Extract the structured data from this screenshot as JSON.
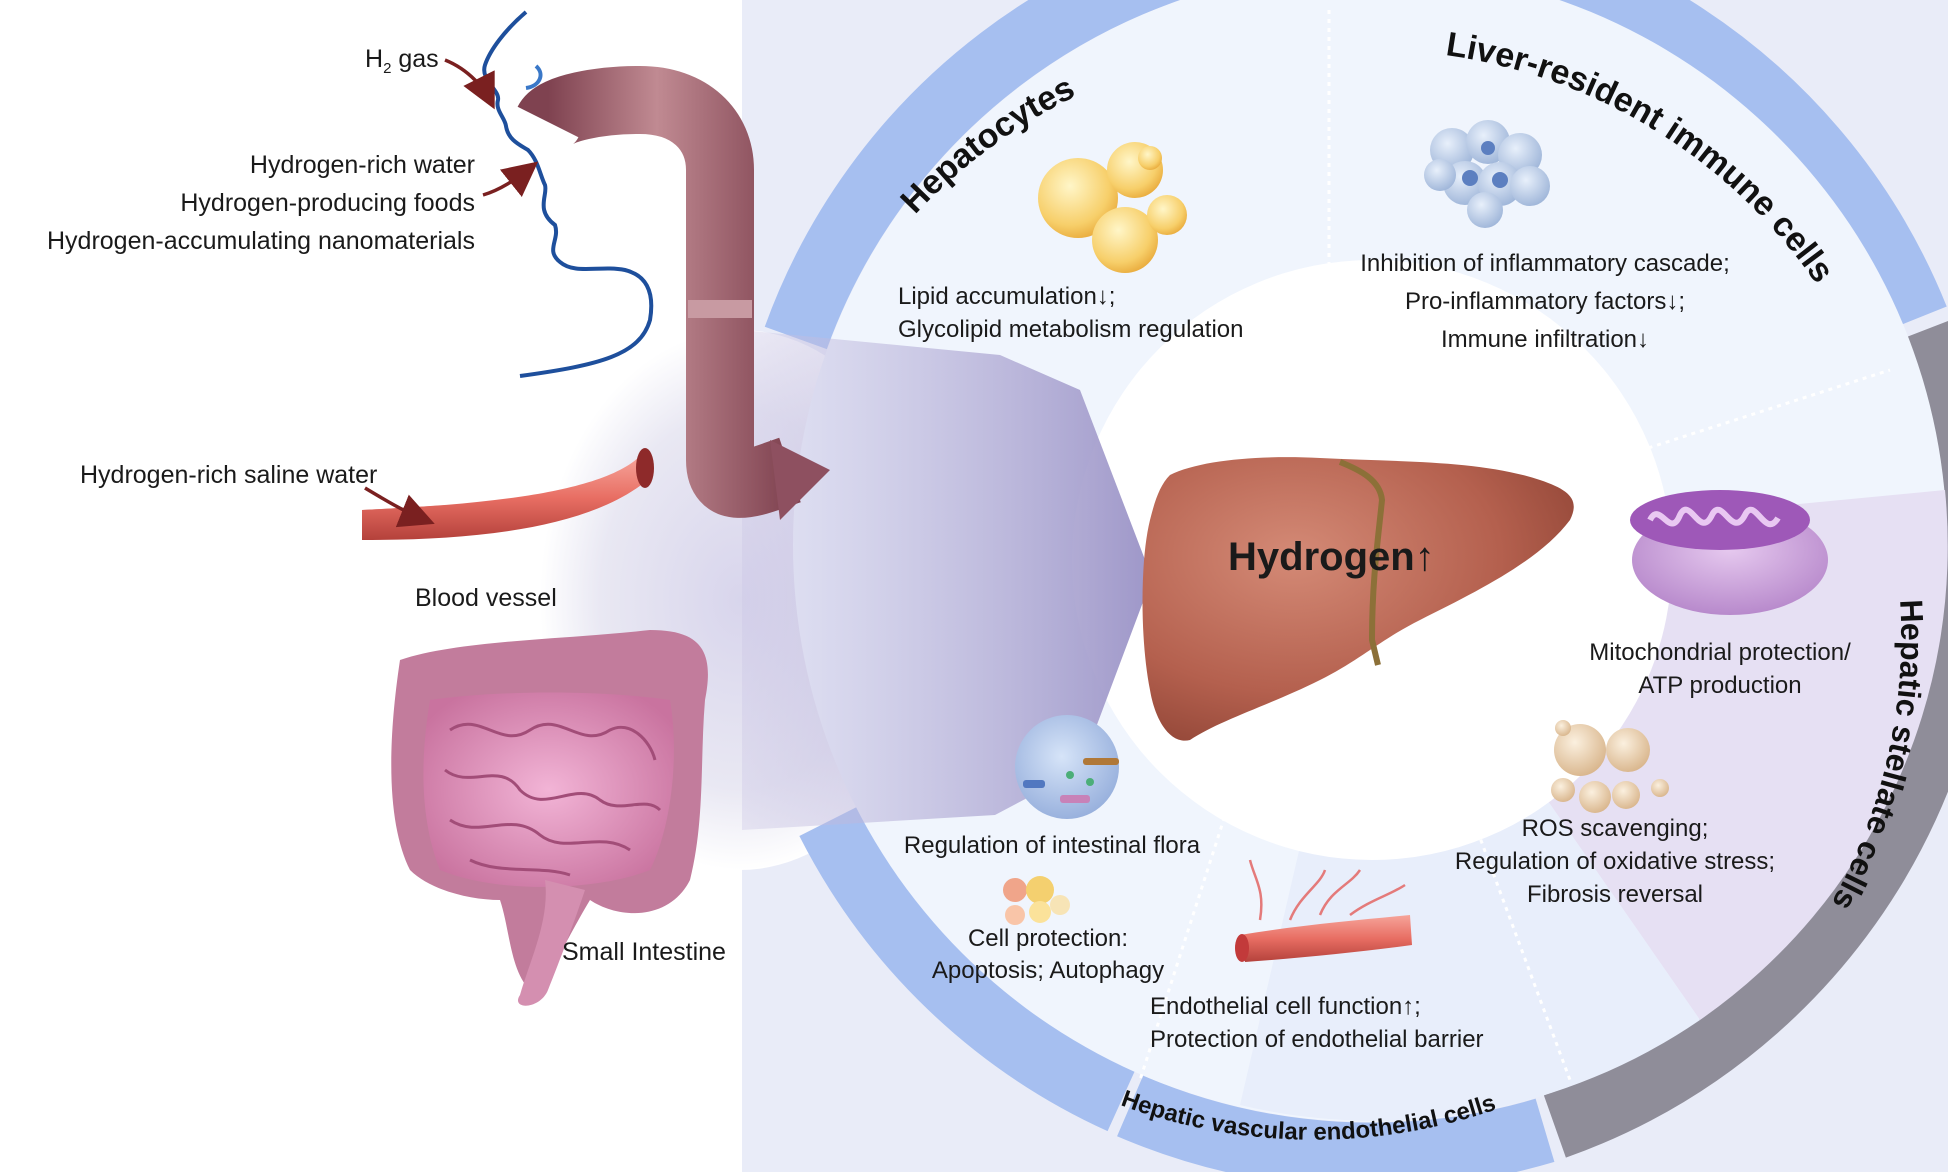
{
  "sources": {
    "h2_gas_prefix": "H",
    "h2_gas_sub": "2",
    "h2_gas_suffix": " gas",
    "oral_lines": [
      "Hydrogen-rich water",
      "Hydrogen-producing foods",
      "Hydrogen-accumulating nanomaterials"
    ],
    "saline": "Hydrogen-rich saline water",
    "blood_vessel": "Blood vessel",
    "small_intestine": "Small Intestine"
  },
  "center": {
    "label": "Hydrogen↑"
  },
  "bands": {
    "hepatocytes": "Hepatocytes",
    "immune": "Liver-resident immune cells",
    "stellate": "Hepatic stellate cells",
    "endothelial": "Hepatic vascular endothelial cells"
  },
  "effects": {
    "hepatocytes": [
      "Lipid accumulation↓;",
      "Glycolipid metabolism regulation"
    ],
    "immune": [
      "Inhibition of inflammatory cascade;",
      "Pro-inflammatory factors↓;",
      "Immune infiltration↓"
    ],
    "mitochondria": [
      "Mitochondrial protection/",
      "ATP production"
    ],
    "ros": [
      "ROS scavenging;",
      "Regulation of oxidative stress;",
      "Fibrosis reversal"
    ],
    "flora": [
      "Regulation of intestinal flora"
    ],
    "cell_protection": [
      "Cell protection:",
      "Apoptosis; Autophagy"
    ],
    "endothelial": [
      "Endothelial cell function↑;",
      "Protection of endothelial barrier"
    ]
  },
  "colors": {
    "panel": "#e9ecf8",
    "ring_inner": "#f0f5fd",
    "band_blue": "#a6bff0",
    "band_gray": "#8f8d99",
    "band_purple": "#b9b2dc",
    "arrow": "#a9a3cc",
    "liver": "#b46452",
    "esophagus": "#a5606c",
    "arrow_marker": "#7a2020",
    "face_line": "#1e4f9c"
  }
}
